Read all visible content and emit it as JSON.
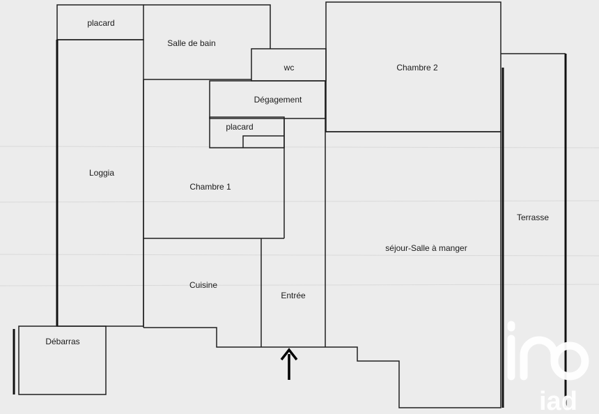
{
  "plan": {
    "rooms": {
      "placard_top": "placard",
      "salle_de_bain": "Salle de bain",
      "wc": "wc",
      "chambre_2": "Chambre 2",
      "degagement": "Dégagement",
      "placard_mid": "placard",
      "loggia": "Loggia",
      "chambre_1": "Chambre 1",
      "terrasse": "Terrasse",
      "sejour": "séjour-Salle à manger",
      "cuisine": "Cuisine",
      "entree": "Entrée",
      "debarras": "Débarras"
    }
  },
  "colors": {
    "background": "#ececec",
    "walls": "#1e1e1e",
    "logo": "#ffffff"
  },
  "icons": {
    "entrance": "entrance-arrow-icon",
    "brand": "iad-logo"
  }
}
